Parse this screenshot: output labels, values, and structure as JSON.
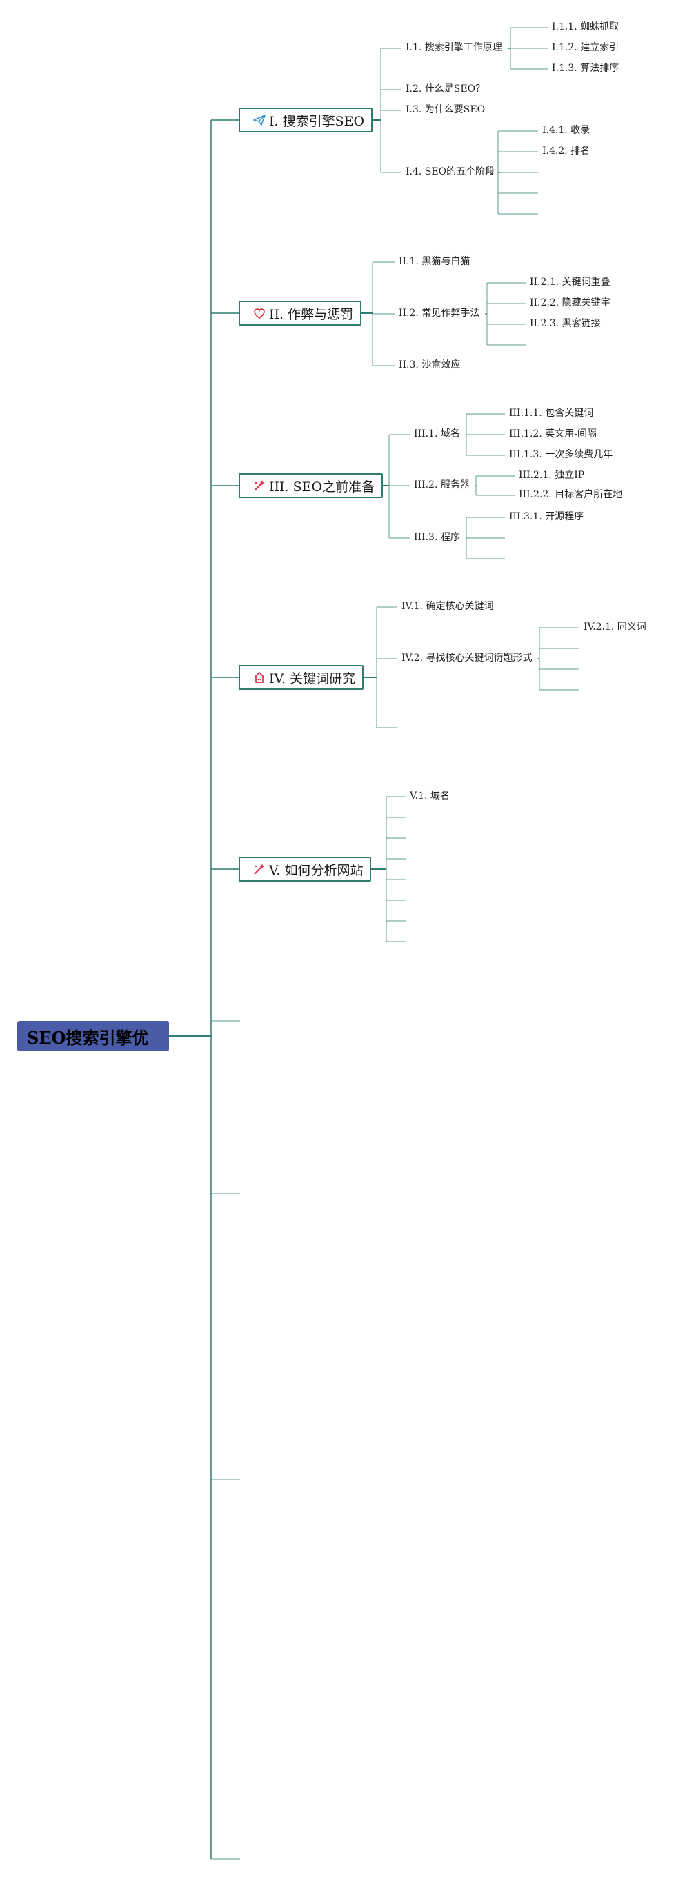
{
  "root": {
    "label": "SEO搜索引擎优"
  },
  "branches": [
    {
      "label": "I. 搜索引擎SEO",
      "icon": "paper-plane-icon",
      "children": [
        {
          "label": "I.1. 搜索引擎工作原理",
          "children": [
            "I.1.1. 蜘蛛抓取",
            "I.1.2. 建立索引",
            "I.1.3. 算法排序"
          ]
        },
        {
          "label": "I.2. 什么是SEO？"
        },
        {
          "label": "I.3. 为什么要SEO"
        },
        {
          "label": "I.4. SEO的五个阶段",
          "children": [
            "I.4.1. 收录",
            "I.4.2. 排名",
            "",
            "",
            ""
          ]
        }
      ]
    },
    {
      "label": "II. 作弊与惩罚",
      "icon": "heart-icon",
      "children": [
        {
          "label": "II.1. 黑猫与白猫"
        },
        {
          "label": "II.2. 常见作弊手法",
          "children": [
            "II.2.1. 关键词重叠",
            "II.2.2. 隐藏关键字",
            "II.2.3. 黑客链接",
            ""
          ]
        },
        {
          "label": "II.3. 沙盒效应"
        }
      ]
    },
    {
      "label": "III. SEO之前准备",
      "icon": "magic-wand-icon",
      "children": [
        {
          "label": "III.1. 域名",
          "children": [
            "III.1.1. 包含关键词",
            "III.1.2. 英文用-间隔",
            "III.1.3. 一次多续费几年"
          ]
        },
        {
          "label": "III.2. 服务器",
          "children": [
            "III.2.1. 独立IP",
            "III.2.2. 目标客户所在地"
          ]
        },
        {
          "label": "III.3. 程序",
          "children": [
            "III.3.1. 开源程序",
            "",
            ""
          ]
        }
      ]
    },
    {
      "label": "IV. 关键词研究",
      "icon": "house-icon",
      "children": [
        {
          "label": "IV.1. 确定核心关键词"
        },
        {
          "label": "IV.2. 寻找核心关键词衍题形式",
          "children": [
            "IV.2.1. 同义词",
            "",
            "",
            ""
          ]
        },
        {
          "label": ""
        }
      ]
    },
    {
      "label": "V. 如何分析网站",
      "icon": "magic-wand-icon",
      "children": [
        {
          "label": "V.1. 域名"
        },
        {
          "label": ""
        },
        {
          "label": ""
        },
        {
          "label": ""
        },
        {
          "label": ""
        },
        {
          "label": ""
        },
        {
          "label": ""
        },
        {
          "label": ""
        }
      ]
    }
  ],
  "empty_branches": 4,
  "colors": {
    "line": "#2e7d6e",
    "root": "#4a5ba8",
    "heart": "#d9303a",
    "wand": "#e0304a",
    "plane": "#2a8fd6",
    "house": "#e0304a"
  }
}
